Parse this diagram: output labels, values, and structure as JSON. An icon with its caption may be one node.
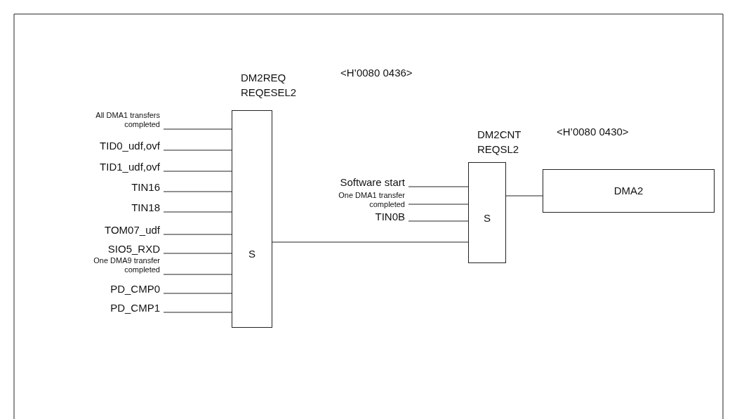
{
  "diagram": {
    "nodes": [
      {
        "text": [
          "DM2REQ REQESEL2",
          "S"
        ]
      },
      {
        "text": [
          "All DMA1 transfers completed"
        ]
      },
      {
        "text": [
          "TID0_udf,ovf"
        ]
      },
      {
        "text": [
          "TID1_udf,ovf"
        ]
      },
      {
        "text": [
          "TIN16"
        ]
      },
      {
        "text": [
          "TIN18"
        ]
      },
      {
        "text": [
          "TOM07_udf"
        ]
      },
      {
        "text": [
          "SIO5_RXD"
        ]
      },
      {
        "text": [
          "One DMA9 transfer completed"
        ]
      },
      {
        "text": [
          "PD_CMP0"
        ]
      },
      {
        "text": [
          "PD_CMP1"
        ]
      },
      {
        "text": [
          "DM2CNT REQSL2",
          "S"
        ]
      },
      {
        "text": [
          "Software start"
        ]
      },
      {
        "text": [
          "One DMA1 transfer completed"
        ]
      },
      {
        "text": [
          "TIN0B"
        ]
      },
      {
        "text": [
          "DMA2"
        ]
      }
    ],
    "edges": [
      {
        "from": 1,
        "to": 0,
        "arrow": "none"
      },
      {
        "from": 2,
        "to": 0,
        "arrow": "none"
      },
      {
        "from": 3,
        "to": 0,
        "arrow": "none"
      },
      {
        "from": 4,
        "to": 0,
        "arrow": "none"
      },
      {
        "from": 5,
        "to": 0,
        "arrow": "none"
      },
      {
        "from": 6,
        "to": 0,
        "arrow": "none"
      },
      {
        "from": 7,
        "to": 0,
        "arrow": "none"
      },
      {
        "from": 8,
        "to": 0,
        "arrow": "none"
      },
      {
        "from": 9,
        "to": 0,
        "arrow": "none"
      },
      {
        "from": 10,
        "to": 0,
        "arrow": "none"
      },
      {
        "from": 0,
        "to": 11,
        "arrow": "none"
      },
      {
        "from": 12,
        "to": 11,
        "arrow": "none"
      },
      {
        "from": 13,
        "to": 11,
        "arrow": "none"
      },
      {
        "from": 14,
        "to": 11,
        "arrow": "none"
      },
      {
        "from": 11,
        "to": 15,
        "arrow": "none"
      }
    ],
    "labels": [
      "<H’0080 0436>",
      "<H’0080 0430>"
    ]
  }
}
